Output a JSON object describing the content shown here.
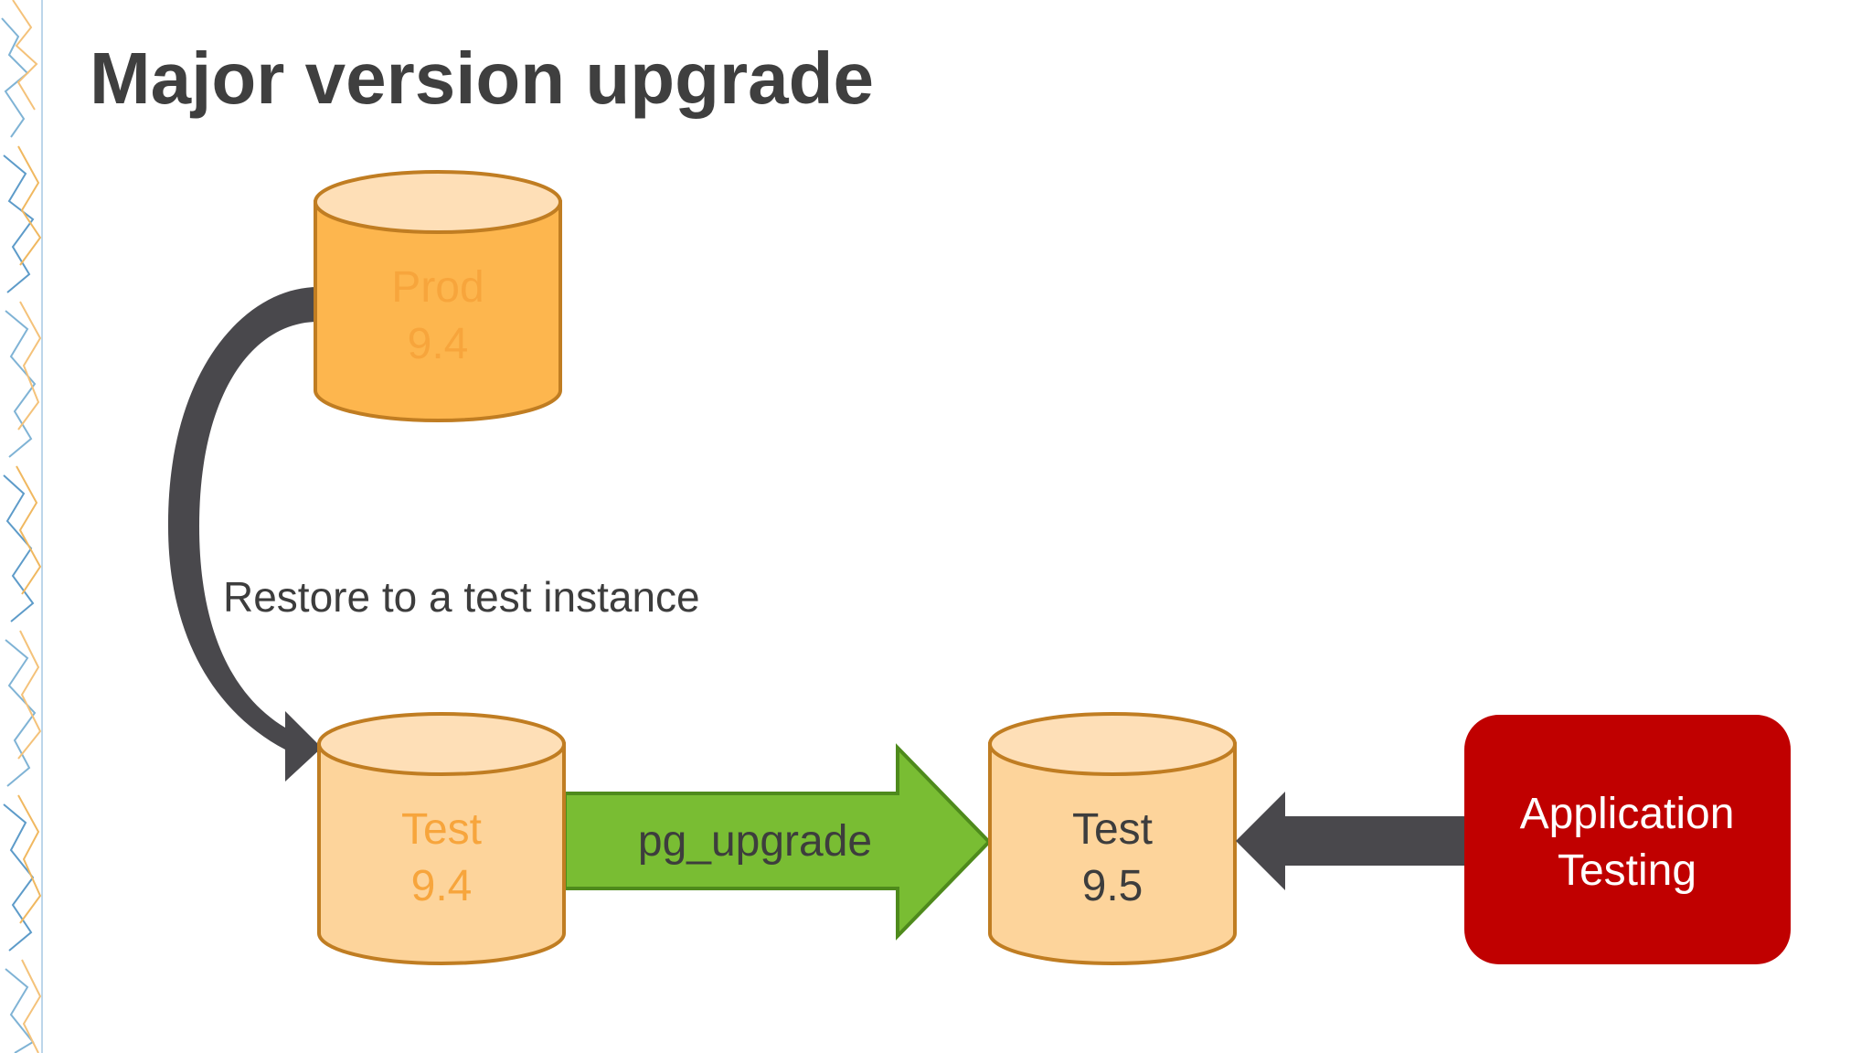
{
  "slide": {
    "title": "Major version upgrade"
  },
  "diagram": {
    "prod_db": {
      "line1": "Prod",
      "line2": "9.4"
    },
    "test_db_old": {
      "line1": "Test",
      "line2": "9.4"
    },
    "test_db_new": {
      "line1": "Test",
      "line2": "9.5"
    },
    "restore_label": "Restore to a test instance",
    "upgrade_label": "pg_upgrade",
    "app_testing": {
      "line1": "Application",
      "line2": "Testing"
    }
  },
  "colors": {
    "title": "#3f3f3f",
    "prod_fill": "#fdb64e",
    "prod_stroke": "#c07d22",
    "test_fill": "#fdd49b",
    "test_stroke": "#c07d22",
    "cylinder_top": "#fedfb7",
    "upgrade_arrow": "#79bd33",
    "upgrade_arrow_stroke": "#4e8a1c",
    "dark_arrow": "#49484c",
    "app_box": "#c00000",
    "faded_text": "#f7a53c",
    "dark_text": "#3d3d3d"
  }
}
